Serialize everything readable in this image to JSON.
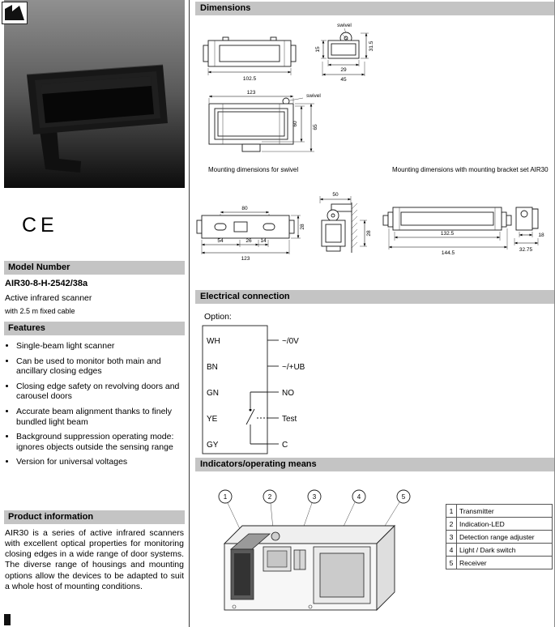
{
  "page": {
    "ce_mark": "CE"
  },
  "left": {
    "model": {
      "header": "Model Number",
      "number": "AIR30-8-H-2542/38a",
      "desc1": "Active infrared scanner",
      "desc2": "with 2.5 m fixed cable"
    },
    "features": {
      "header": "Features",
      "items": [
        "Single-beam light scanner",
        "Can be used to monitor both main and ancillary closing edges",
        "Closing edge safety on revolving doors and carousel doors",
        "Accurate beam alignment thanks to finely bundled light beam",
        "Background suppression operating mode: ignores objects outside the sensing range",
        "Version for universal voltages"
      ]
    },
    "product_info": {
      "header": "Product information",
      "text": "AIR30 is a series of active infrared scanners with excellent optical properties for monitoring closing edges in a wide range of door systems. The diverse range of housings and mounting options allow the devices to be adapted to suit a whole host of mounting conditions."
    }
  },
  "dimensions": {
    "header": "Dimensions",
    "caption_swivel": "Mounting dimensions for swivel",
    "caption_bracket": "Mounting dimensions with mounting bracket set AIR30",
    "labels": {
      "side_length": "102.5",
      "swivel_label_top": "swivel",
      "swivel_15": "15",
      "swivel_31_5": "31.5",
      "swivel_29": "29",
      "swivel_45": "45",
      "front_123": "123",
      "front_swivel": "swivel",
      "front_65": "65",
      "front_60": "60",
      "plate_80": "80",
      "plate_54": "54",
      "plate_26": "26",
      "plate_14": "14",
      "plate_123": "123",
      "plate_28": "28",
      "wall_50": "50",
      "wall_28": "28",
      "bracket_132_5": "132.5",
      "bracket_144_5": "144.5",
      "bracket_18": "18",
      "bracket_32_75": "32.75"
    }
  },
  "electrical": {
    "header": "Electrical connection",
    "option_label": "Option:",
    "wires": [
      {
        "color": "WH",
        "signal": "~/0V"
      },
      {
        "color": "BN",
        "signal": "~/+UB"
      },
      {
        "color": "GN",
        "signal": "NO"
      },
      {
        "color": "YE",
        "signal": "Test"
      },
      {
        "color": "GY",
        "signal": "C"
      }
    ]
  },
  "indicators": {
    "header": "Indicators/operating means",
    "callouts": [
      "1",
      "2",
      "3",
      "4",
      "5"
    ],
    "legend": [
      {
        "num": "1",
        "label": "Transmitter"
      },
      {
        "num": "2",
        "label": "Indication-LED"
      },
      {
        "num": "3",
        "label": "Detection range adjuster"
      },
      {
        "num": "4",
        "label": "Light / Dark switch"
      },
      {
        "num": "5",
        "label": "Receiver"
      }
    ]
  },
  "colors": {
    "header_bar": "#c4c4c4"
  }
}
